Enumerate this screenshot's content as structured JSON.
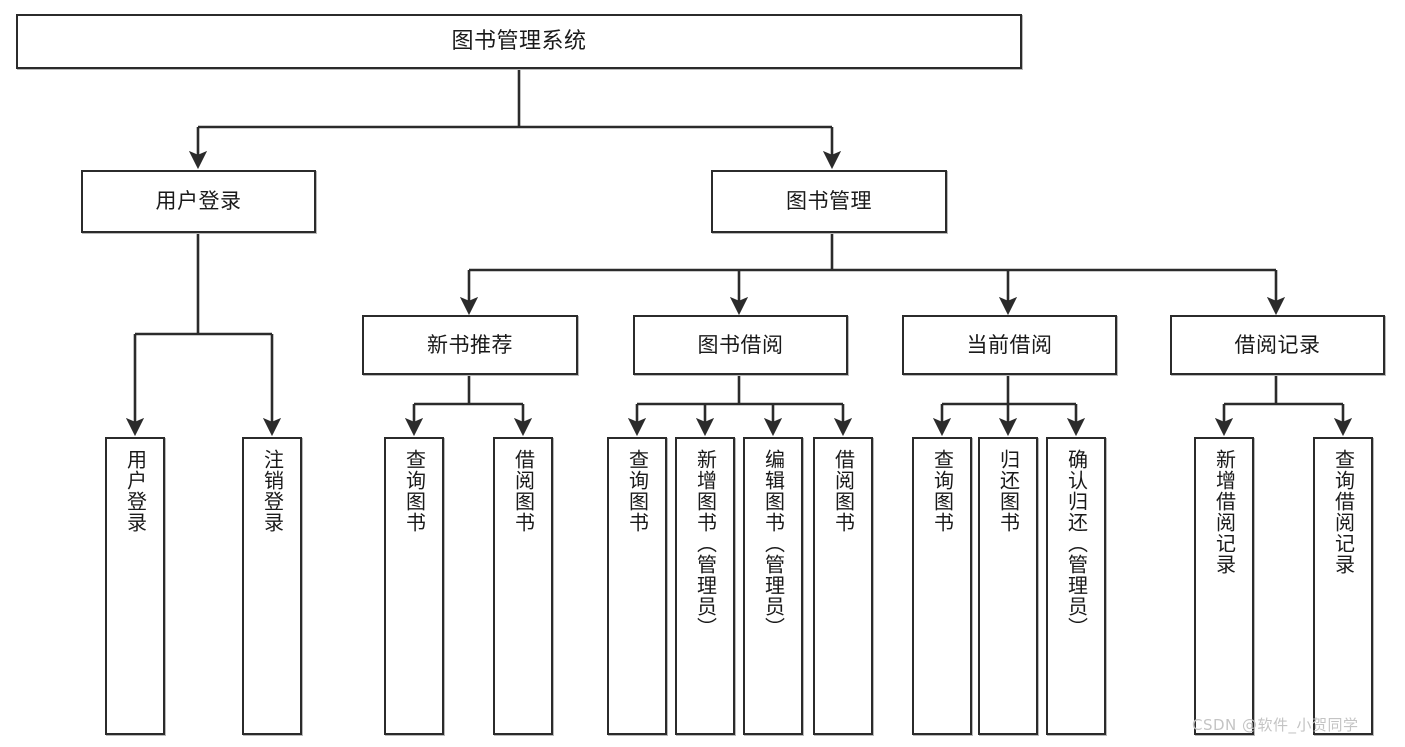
{
  "diagram": {
    "title": "图书管理系统",
    "type": "tree-hierarchy-diagram",
    "watermark": "CSDN @软件_小贺同学",
    "colors": {
      "stroke": "#2b2b2b",
      "fill": "#ffffff",
      "background": "#ffffff",
      "watermark": "#c4c4c4"
    },
    "nodes": {
      "root": {
        "label": "图书管理系统"
      },
      "level2": [
        {
          "id": "user-login",
          "label": "用户登录"
        },
        {
          "id": "book-manage",
          "label": "图书管理"
        }
      ],
      "level3": [
        {
          "id": "new-book-recommend",
          "label": "新书推荐"
        },
        {
          "id": "book-borrow",
          "label": "图书借阅"
        },
        {
          "id": "current-borrow",
          "label": "当前借阅"
        },
        {
          "id": "borrow-record",
          "label": "借阅记录"
        }
      ],
      "leaves": {
        "user_login": [
          {
            "id": "leaf-user-login",
            "label": "用户登录"
          },
          {
            "id": "leaf-logout-login",
            "label": "注销登录"
          }
        ],
        "new_book_recommend": [
          {
            "id": "leaf-query-book-1",
            "label": "查询图书"
          },
          {
            "id": "leaf-borrow-book-1",
            "label": "借阅图书"
          }
        ],
        "book_borrow": [
          {
            "id": "leaf-query-book-2",
            "label": "查询图书"
          },
          {
            "id": "leaf-add-book",
            "label": "新增图书（管理员）"
          },
          {
            "id": "leaf-edit-book",
            "label": "编辑图书（管理员）"
          },
          {
            "id": "leaf-borrow-book-2",
            "label": "借阅图书"
          }
        ],
        "current_borrow": [
          {
            "id": "leaf-query-book-3",
            "label": "查询图书"
          },
          {
            "id": "leaf-return-book",
            "label": "归还图书"
          },
          {
            "id": "leaf-confirm-return",
            "label": "确认归还（管理员）"
          }
        ],
        "borrow_record": [
          {
            "id": "leaf-add-record",
            "label": "新增借阅记录"
          },
          {
            "id": "leaf-query-record",
            "label": "查询借阅记录"
          }
        ]
      }
    }
  }
}
